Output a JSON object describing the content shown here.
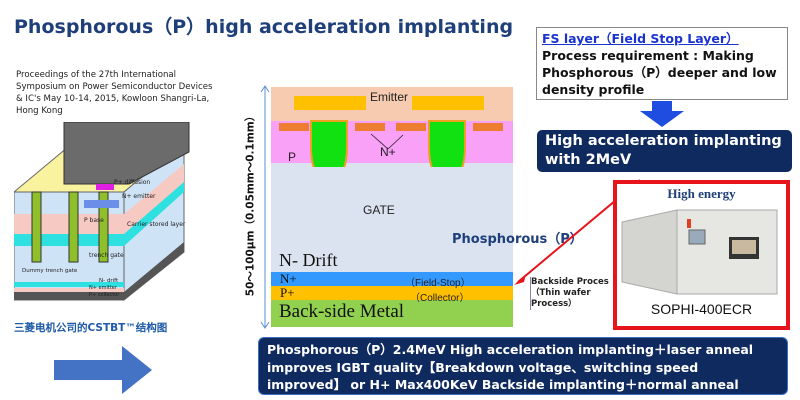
{
  "title": "Phosphorous（P）high acceleration implanting",
  "proceedings": "Proceedings of the 27th International Symposium on Power Semiconductor Devices & IC's May 10-14, 2015, Kowloon Shangri-La, Hong Kong",
  "diagram3d": {
    "labels": {
      "p_diffusion": "P+ diffusion",
      "n_emitter": "N+ emitter",
      "p_base": "P base",
      "carrier": "Carrier stored layer",
      "dummy": "Dummy trench gate",
      "trench": "trench gate",
      "n_drift": "N- drift",
      "n_emitter2": "N+ emitter",
      "p_collector": "P+ collector"
    }
  },
  "caption": "三菱电机公司的CSTBT™结构图",
  "cross_section": {
    "thickness": "50～100μm（0.05mm～0.1mm）",
    "emitter": "Emitter",
    "p": "P",
    "n_plus": "N+",
    "gate": "GATE",
    "phosphorous": "Phosphorous（P）",
    "n_drift": "N- Drift",
    "fs_n": "N+",
    "fs_label": "（Field-Stop）",
    "col_p": "P+",
    "col_label": "（Collector）",
    "metal": "Back-side Metal",
    "backside": "Backside Proces （Thin wafer Process）"
  },
  "fs_box": {
    "heading": "FS layer（Field Stop Layer）",
    "body": "Process requirement : Making Phosphorous（P）deeper and low density profile"
  },
  "high_accel": "High acceleration implanting with 2MeV",
  "machine": {
    "heading": "High energy",
    "model": "SOPHI-400ECR"
  },
  "bottom": "Phosphorous（P）2.4MeV High acceleration implanting＋laser anneal improves IGBT quality【Breakdown voltage、switching speed improved】 or H+ Max400KeV Backside implanting＋normal anneal",
  "colors": {
    "title": "#1e3f7a",
    "navy": "#0f2a5f",
    "red": "#e8141b",
    "arrow": "#4472c4"
  }
}
